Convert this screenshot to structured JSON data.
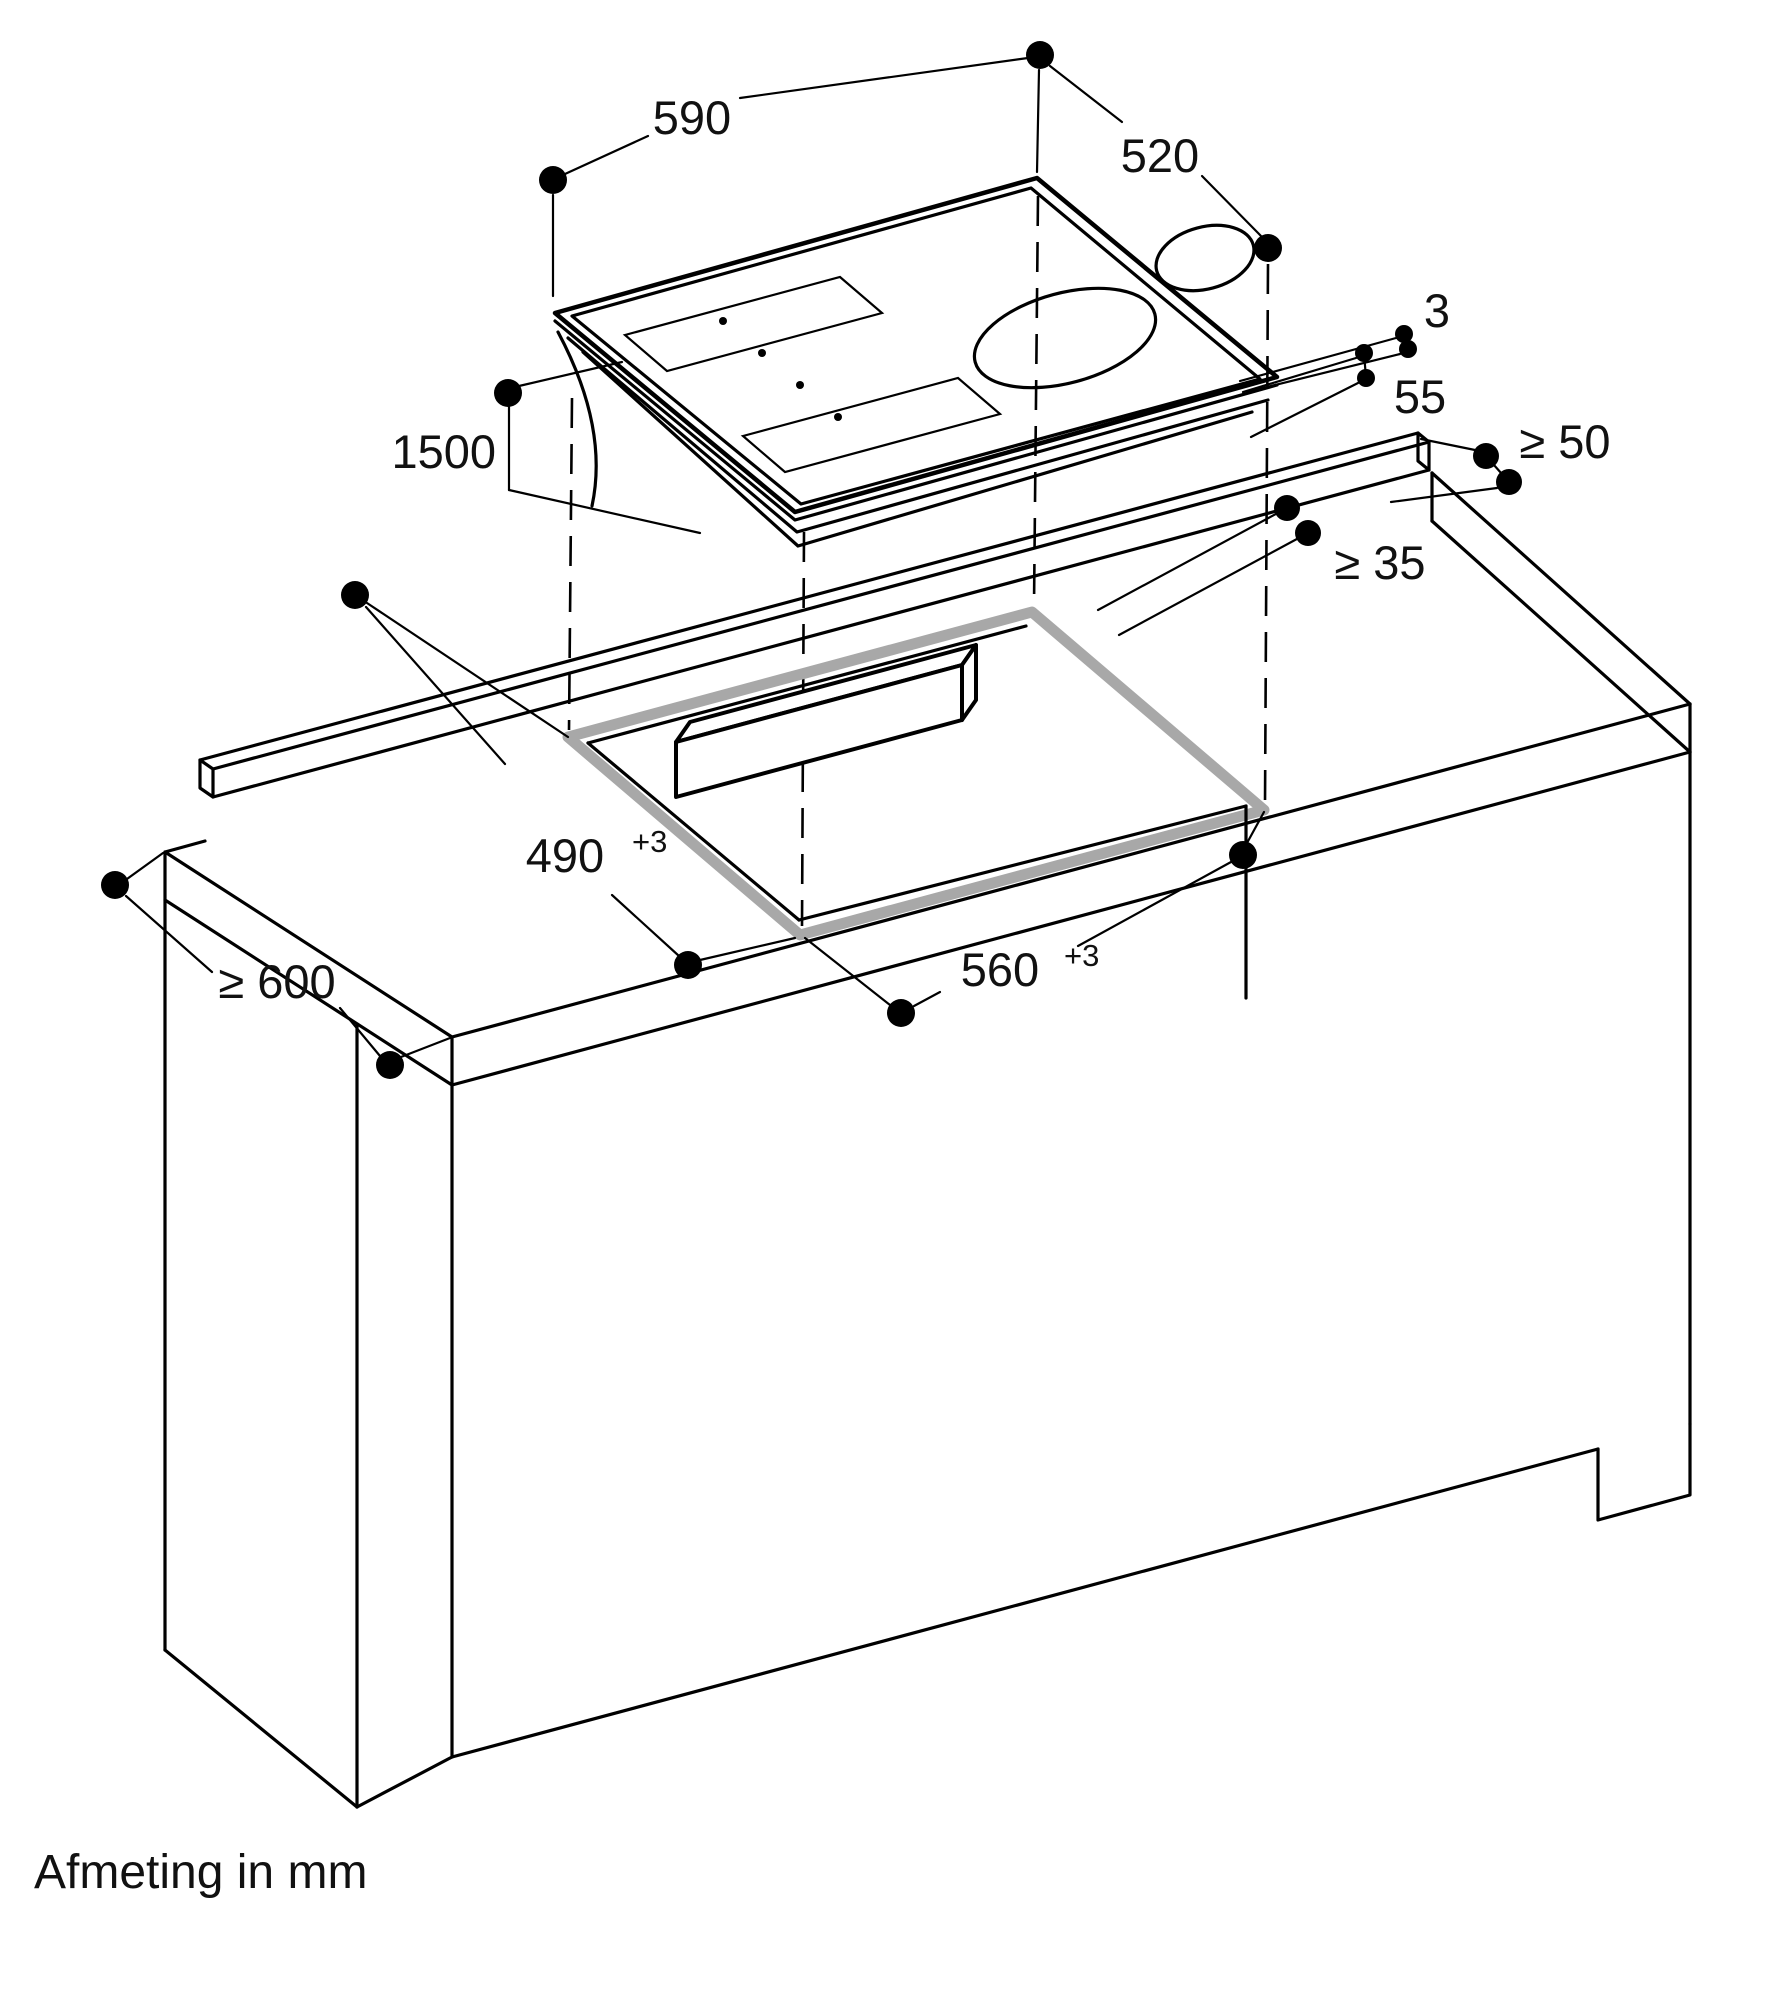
{
  "diagram": {
    "title_semantic": "cooktop-installation-dimensions",
    "colors": {
      "background": "#ffffff",
      "line": "#000000",
      "cutout_outline": "#a8a8a8"
    },
    "unit_note": "Afmeting in mm",
    "dimensions": {
      "appliance_width": {
        "label": "590"
      },
      "appliance_depth": {
        "label": "520"
      },
      "glass_thickness": {
        "label": "3"
      },
      "body_height": {
        "label": "55"
      },
      "rear_clearance": {
        "label": "≥ 50"
      },
      "cable_length": {
        "label": "1500"
      },
      "cutout_rear_clearance": {
        "label": "≥ 35"
      },
      "cutout_depth": {
        "label": "490",
        "tolerance": "+3"
      },
      "cutout_width": {
        "label": "560",
        "tolerance": "+3"
      },
      "worktop_depth": {
        "label": "≥ 600"
      }
    }
  }
}
